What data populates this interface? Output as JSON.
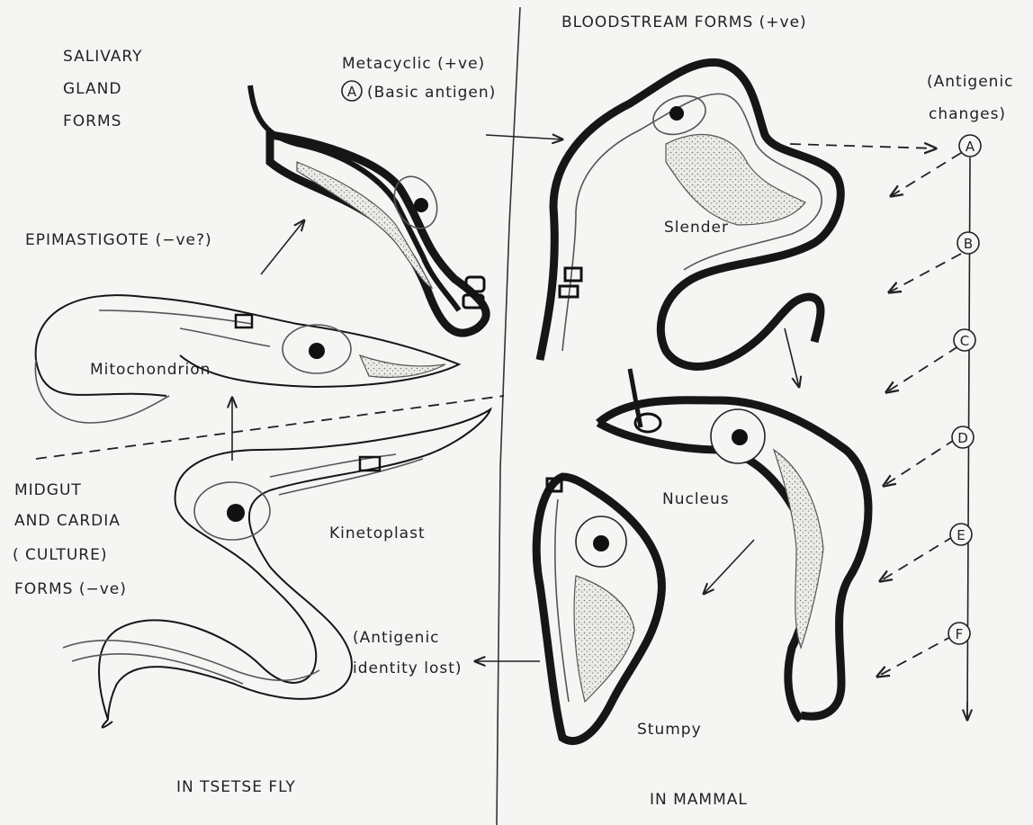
{
  "headings": {
    "salivary_line1": "SALIVARY",
    "salivary_line2": "GLAND",
    "salivary_line3": "FORMS",
    "bloodstream": "BLOODSTREAM FORMS (+ve)",
    "midgut_line1": "MIDGUT",
    "midgut_line2": "AND CARDIA",
    "midgut_line3": "( CULTURE)",
    "midgut_line4": "FORMS (−ve)",
    "in_tsetse": "IN TSETSE FLY",
    "in_mammal": "IN MAMMAL"
  },
  "labels": {
    "metacyclic": "Metacyclic (+ve)",
    "basic_antigen": "(Basic antigen)",
    "epimastigote": "EPIMASTIGOTE (−ve?)",
    "mitochondrion": "Mitochondrion",
    "kinetoplast": "Kinetoplast",
    "slender": "Slender",
    "nucleus": "Nucleus",
    "stumpy": "Stumpy",
    "antigenic_changes_line1": "(Antigenic",
    "antigenic_changes_line2": "changes)",
    "antigenic_lost_line1": "(Antigenic",
    "antigenic_lost_line2": "identity lost)"
  },
  "antigen_markers": [
    "A",
    "B",
    "C",
    "D",
    "E",
    "F"
  ],
  "metacyclic_marker": "A"
}
